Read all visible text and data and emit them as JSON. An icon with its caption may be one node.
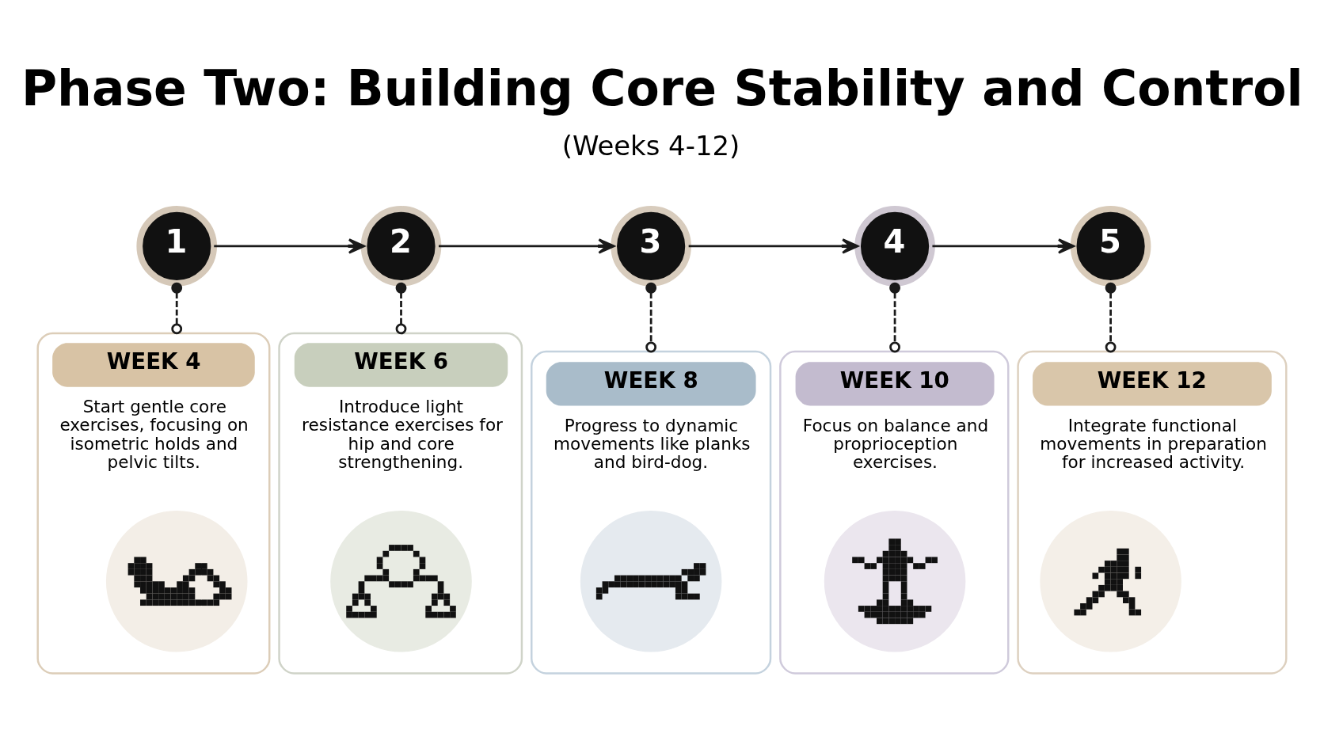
{
  "diagram": {
    "title": "Phase Two: Building Core Stability and Control",
    "nodes": [
      {
        "text": [
          "1"
        ]
      },
      {
        "text": [
          "2"
        ]
      },
      {
        "text": [
          "3"
        ]
      },
      {
        "text": [
          "4"
        ]
      },
      {
        "text": [
          "5"
        ]
      },
      {
        "text": [
          "WEEK 4",
          "Start gentle core exercises, focusing on isometric holds and pelvic tilts."
        ]
      },
      {
        "text": [],
        "shape": "picture",
        "in": 5
      },
      {
        "text": [
          "WEEK 6",
          "Introduce light resistance exercises for hip and core strengthening."
        ]
      },
      {
        "text": [],
        "shape": "picture",
        "in": 7
      },
      {
        "text": [
          "WEEK 8",
          "Progress to dynamic movements like planks and bird-dog."
        ]
      },
      {
        "text": [],
        "shape": "picture",
        "in": 9
      },
      {
        "text": [
          "WEEK 10",
          "Focus on balance and proprioception exercises."
        ]
      },
      {
        "text": [],
        "shape": "picture",
        "in": 11
      },
      {
        "text": [
          "WEEK 12",
          "Integrate functional movements in preparation for increased activity."
        ]
      },
      {
        "text": [],
        "shape": "picture",
        "in": 13
      }
    ],
    "edges": [
      {
        "from": 0,
        "to": 1,
        "arrow": "to"
      },
      {
        "from": 1,
        "to": 2,
        "arrow": "to"
      },
      {
        "from": 2,
        "to": 3,
        "arrow": "to"
      },
      {
        "from": 3,
        "to": 4,
        "arrow": "to"
      },
      {
        "from": 0,
        "to": 5,
        "arrow": "other",
        "style": "dashed"
      },
      {
        "from": 1,
        "to": 7,
        "arrow": "other",
        "style": "dashed"
      },
      {
        "from": 2,
        "to": 9,
        "arrow": "other",
        "style": "dashed"
      },
      {
        "from": 3,
        "to": 11,
        "arrow": "other",
        "style": "dashed"
      },
      {
        "from": 4,
        "to": 13,
        "arrow": "other",
        "style": "dashed"
      }
    ],
    "labels": [
      "(Weeks 4-12)"
    ]
  }
}
